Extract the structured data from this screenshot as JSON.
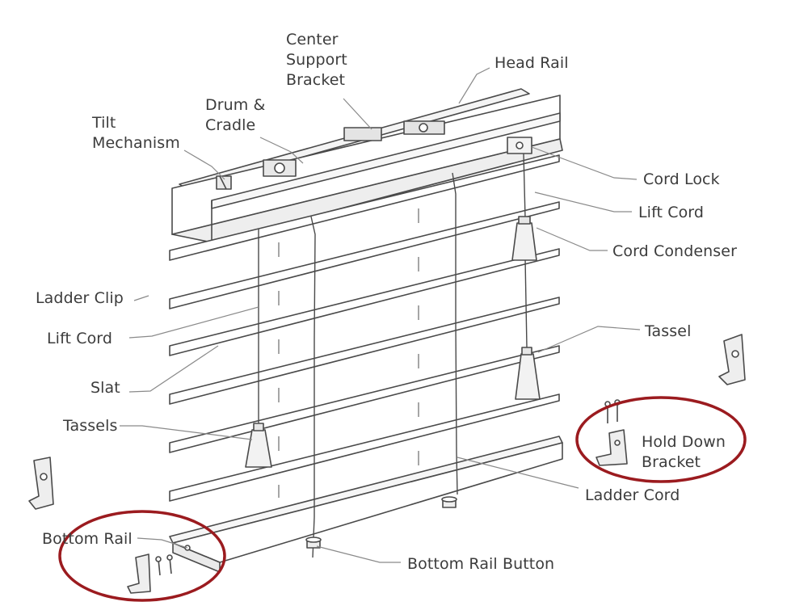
{
  "labels": {
    "head_rail": "Head Rail",
    "center_support_bracket": [
      "Center",
      "Support",
      "Bracket"
    ],
    "drum_cradle": [
      "Drum &",
      "Cradle"
    ],
    "tilt_mechanism": [
      "Tilt",
      "Mechanism"
    ],
    "cord_lock": "Cord Lock",
    "lift_cord_right": "Lift Cord",
    "cord_condenser": "Cord Condenser",
    "ladder_clip": "Ladder Clip",
    "lift_cord_left": "Lift Cord",
    "slat": "Slat",
    "tassel": "Tassel",
    "tassels": "Tassels",
    "hold_down_bracket": [
      "Hold Down",
      "Bracket"
    ],
    "ladder_cord": "Ladder Cord",
    "bottom_rail": "Bottom Rail",
    "bottom_rail_button": "Bottom Rail Button"
  },
  "colors": {
    "line": "#4a4a4a",
    "leader": "#8a8a8a",
    "highlight_ellipse": "#9b1b1f",
    "text": "#3c3c3c"
  }
}
